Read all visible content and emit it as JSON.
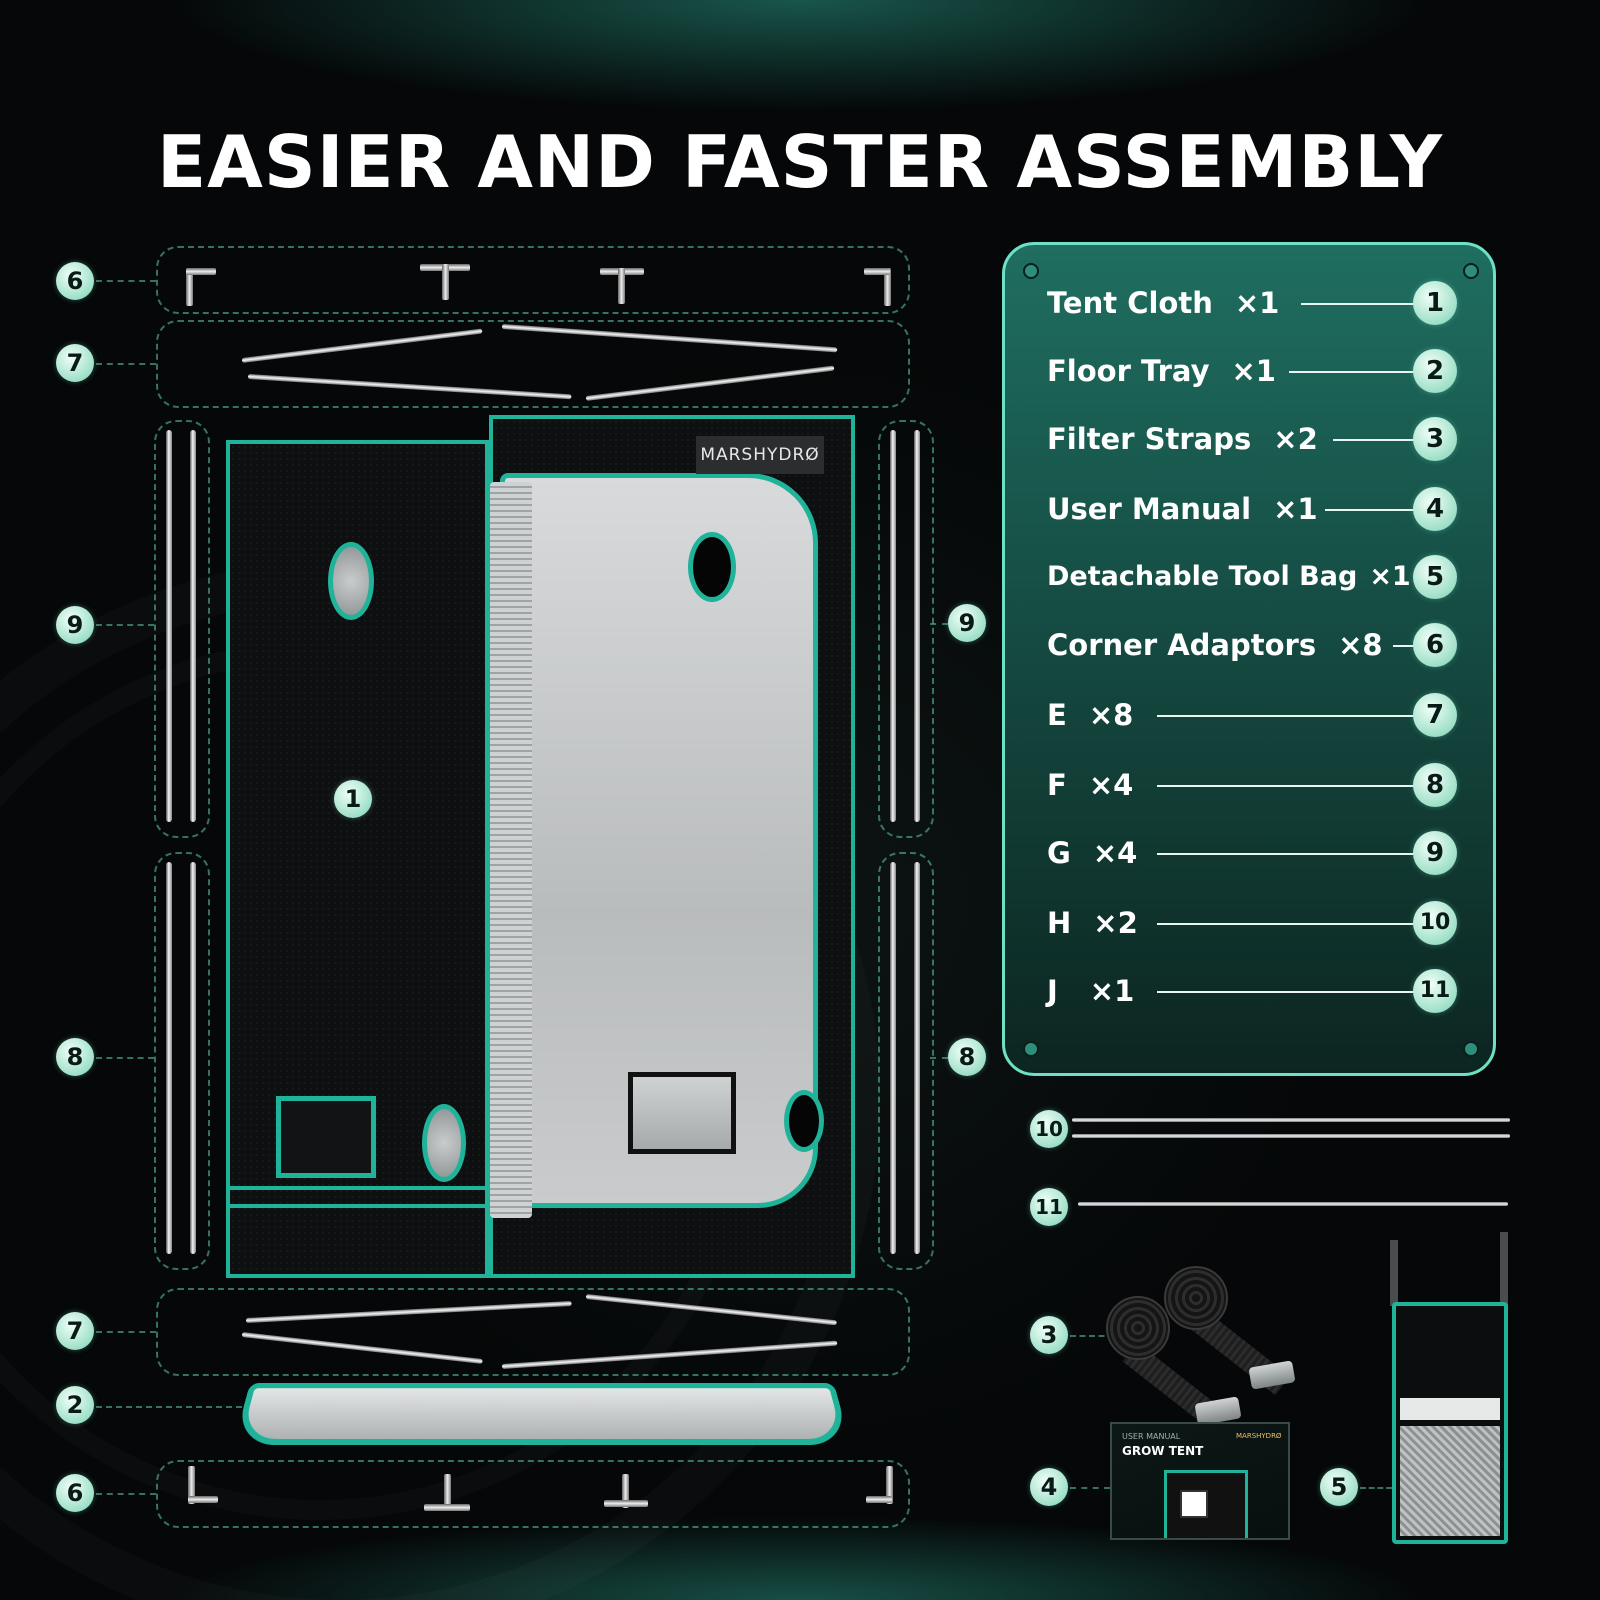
{
  "title": "EASIER AND FASTER ASSEMBLY",
  "brand": "MARSHYDRØ",
  "accent_color": "#1fb39a",
  "panel_color": "#1f6e60",
  "parts": [
    {
      "label": "Tent Cloth",
      "qty": "×1",
      "num": "1"
    },
    {
      "label": "Floor Tray",
      "qty": "×1",
      "num": "2"
    },
    {
      "label": "Filter Straps",
      "qty": "×2",
      "num": "3"
    },
    {
      "label": "User Manual",
      "qty": "×1",
      "num": "4"
    },
    {
      "label": "Detachable Tool Bag",
      "qty": "×1",
      "num": "5"
    },
    {
      "label": "Corner Adaptors",
      "qty": "×8",
      "num": "6"
    },
    {
      "label": "E",
      "qty": "×8",
      "num": "7"
    },
    {
      "label": "F",
      "qty": "×4",
      "num": "8"
    },
    {
      "label": "G",
      "qty": "×4",
      "num": "9"
    },
    {
      "label": "H",
      "qty": "×2",
      "num": "10"
    },
    {
      "label": "J",
      "qty": "×1",
      "num": "11"
    }
  ],
  "manual": {
    "subtitle": "USER MANUAL",
    "title": "GROW TENT",
    "brand": "MARSHYDRØ"
  },
  "callouts": {
    "n1": "1",
    "n2": "2",
    "n3": "3",
    "n4": "4",
    "n5": "5",
    "n6": "6",
    "n7": "7",
    "n8": "8",
    "n9": "9",
    "n10": "10",
    "n11": "11"
  }
}
